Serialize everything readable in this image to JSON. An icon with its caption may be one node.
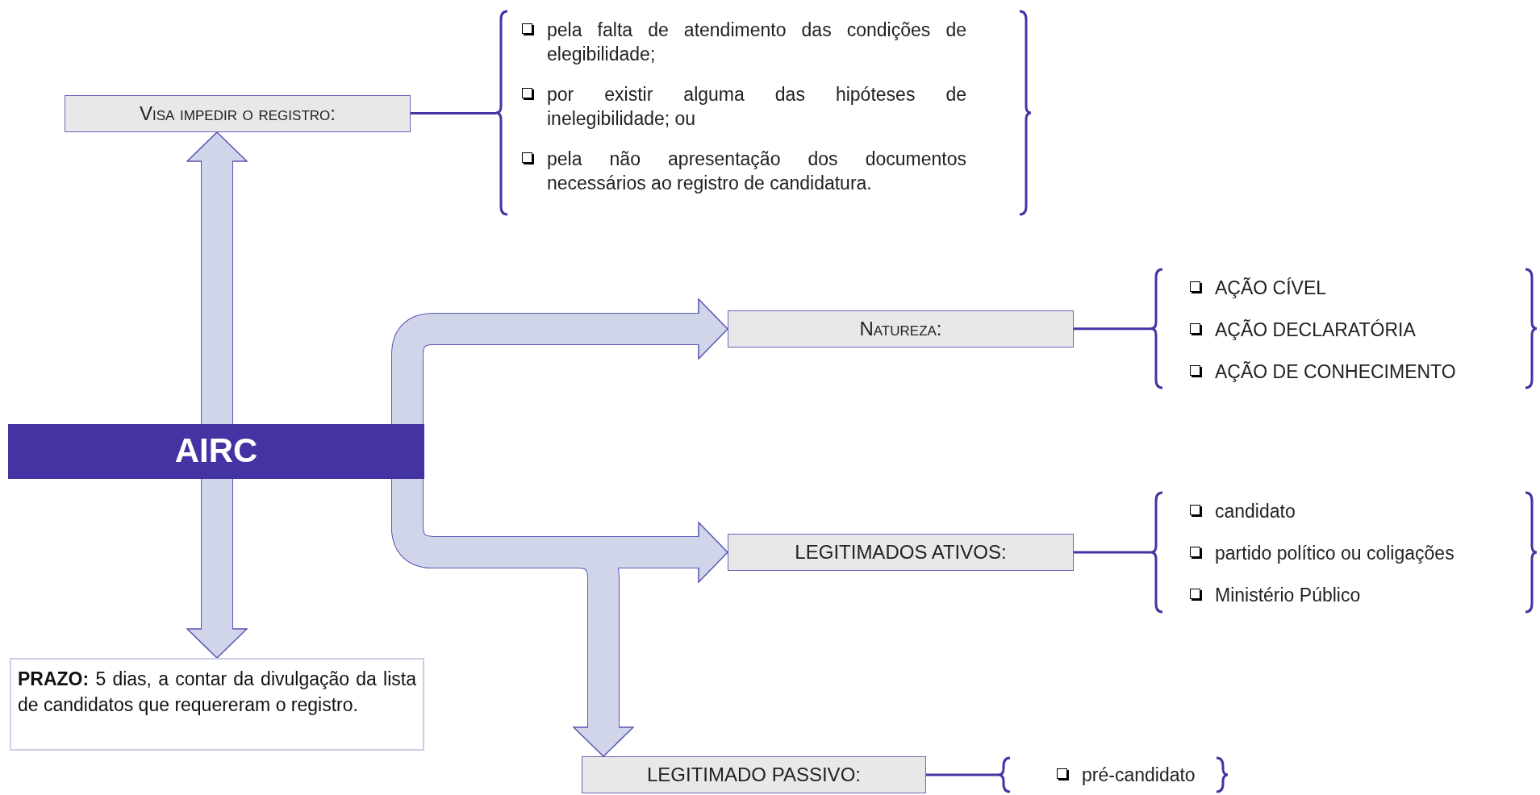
{
  "diagram": {
    "nodes": [
      {
        "text": [
          "AIRC"
        ]
      },
      {
        "text": [
          "Visa impedir o registro:"
        ]
      },
      {
        "text": [
          "pela falta de atendimento das condições de elegibilidade;",
          "por existir alguma das hipóteses de inelegibilidade; ou",
          "pela não apresentação dos documentos necessários ao registro de candidatura."
        ]
      },
      {
        "text": [
          "**PRAZO:** 5 dias, a contar da divulgação da lista de candidatos que requereram o registro."
        ]
      },
      {
        "text": [
          "Natureza:"
        ]
      },
      {
        "text": [
          "AÇÃO CÍVEL",
          "AÇÃO DECLARATÓRIA",
          "AÇÃO DE CONHECIMENTO"
        ]
      },
      {
        "text": [
          "LEGITIMADOS ATIVOS:"
        ]
      },
      {
        "text": [
          "candidato",
          "partido político ou coligações",
          "Ministério Público"
        ]
      },
      {
        "text": [
          "LEGITIMADO PASSIVO:"
        ]
      },
      {
        "text": [
          "pré-candidato"
        ]
      }
    ],
    "edges": [
      {
        "from": 0,
        "to": 1,
        "arrow": "to"
      },
      {
        "from": 0,
        "to": 3,
        "arrow": "to"
      },
      {
        "from": 0,
        "to": 4,
        "arrow": "to"
      },
      {
        "from": 0,
        "to": 6,
        "arrow": "to"
      },
      {
        "from": 0,
        "to": 8,
        "arrow": "to"
      },
      {
        "from": 1,
        "to": 2,
        "arrow": "none"
      },
      {
        "from": 4,
        "to": 5,
        "arrow": "none"
      },
      {
        "from": 6,
        "to": 7,
        "arrow": "none"
      },
      {
        "from": 8,
        "to": 9,
        "arrow": "none"
      }
    ]
  }
}
